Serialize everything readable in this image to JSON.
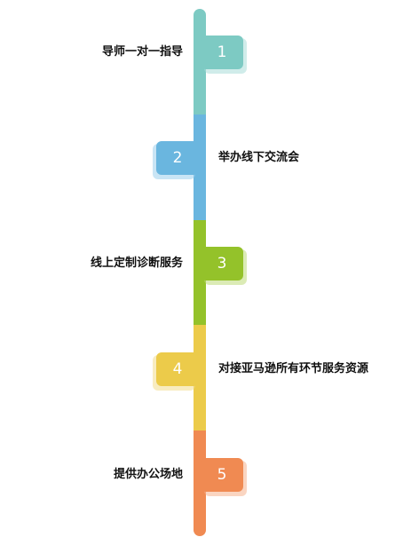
{
  "steps": [
    {
      "number": "1",
      "label": "导师一对一指导",
      "color": "#7dcac3",
      "shade": "#a9ddd8",
      "side": "left"
    },
    {
      "number": "2",
      "label": "举办线下交流会",
      "color": "#6ab6df",
      "shade": "#9ccfec",
      "side": "right"
    },
    {
      "number": "3",
      "label": "线上定制诊断服务",
      "color": "#94c22a",
      "shade": "#bedb78",
      "side": "left"
    },
    {
      "number": "4",
      "label": "对接亚马逊所有环节服务资源",
      "color": "#eccb4a",
      "shade": "#f3dd8c",
      "side": "right"
    },
    {
      "number": "5",
      "label": "提供办公场地",
      "color": "#f08a52",
      "shade": "#f5b28e",
      "side": "left"
    }
  ]
}
